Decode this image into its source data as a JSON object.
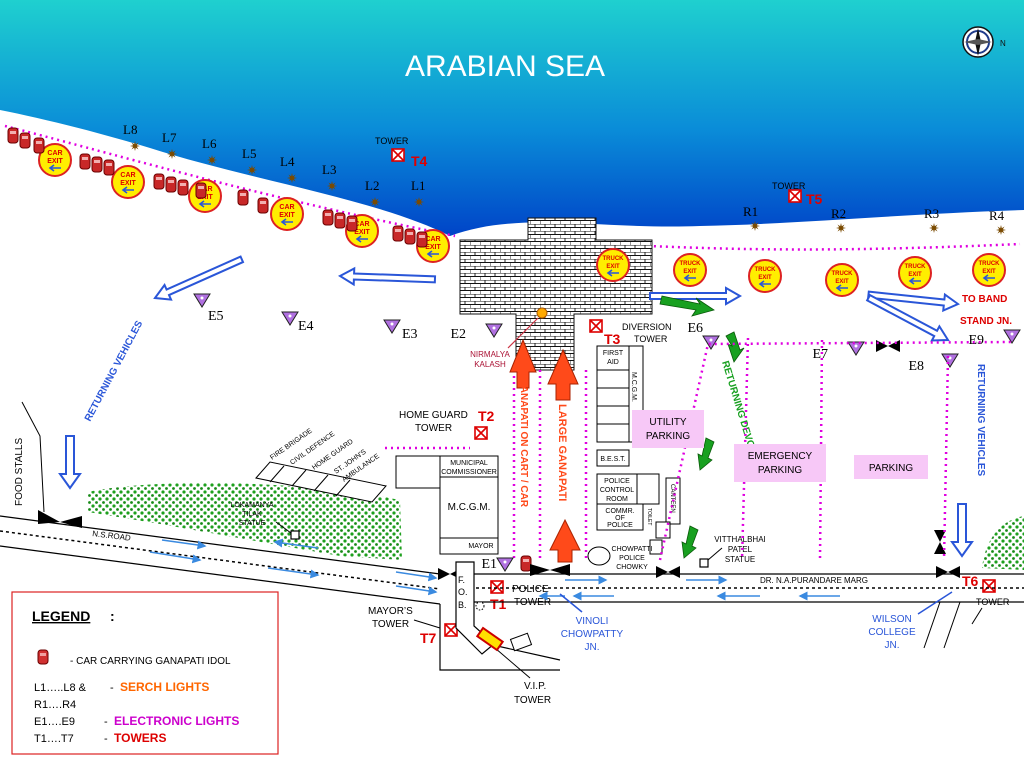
{
  "sea": {
    "title": "ARABIAN  SEA"
  },
  "compass": {
    "north_letter": "N"
  },
  "searchlights": {
    "left": [
      "L8",
      "L7",
      "L6",
      "L5",
      "L4",
      "L3",
      "L2",
      "L1"
    ],
    "right": [
      "R1",
      "R2",
      "R3",
      "R4"
    ]
  },
  "car_exit": {
    "line1": "CAR",
    "line2": "EXIT"
  },
  "truck_exit": {
    "line1": "TRUCK",
    "line2": "EXIT"
  },
  "electronic_lights": [
    "E1",
    "E2",
    "E3",
    "E4",
    "E5",
    "E6",
    "E7",
    "E8",
    "E9"
  ],
  "towers": {
    "word": "TOWER",
    "t1": "T1",
    "t2": "T2",
    "t3": "T3",
    "t4": "T4",
    "t5": "T5",
    "t6": "T6",
    "t7": "T7",
    "home_guard_line1": "HOME GUARD",
    "police_line1": "POLICE",
    "diversion_line1": "DIVERSION",
    "mayors_line1": "MAYOR’S",
    "vip_line1": "V.I.P."
  },
  "routes": {
    "returning_vehicles": "RETURNING  VEHICLES",
    "returning_devotees": "RETURNING  DEVOTEES",
    "ganpati_cart": "GANAPATI ON CART / CAR",
    "large_ganapati": "LARGE  GANAPATI",
    "to_band_stand_line1": "TO BAND",
    "to_band_stand_line2": "STAND JN."
  },
  "places": {
    "food_stalls": "FOOD  STALLS",
    "nirmalya_line1": "NIRMALYA",
    "nirmalya_line2": "KALASH",
    "fire_brigade": "FIRE BRIGADE",
    "civil_defence": "CIVIL DEFENCE",
    "home_guard": "HOME GUARD",
    "st_johns_line1": "ST. JOHN'S",
    "st_johns_line2": "AMBULANCE",
    "lokamanya_line1": "LOKAMANYA",
    "lokamanya_line2": "TILAK",
    "lokamanya_line3": "STATUE",
    "municipal_line1": "MUNICIPAL",
    "municipal_line2": "COMMISSIONER",
    "mcgm": "M.C.G.M.",
    "mayor": "MAYOR",
    "fob_f": "F.",
    "fob_o": "O.",
    "fob_b": "B.",
    "first_aid_line1": "FIRST",
    "first_aid_line2": "AID",
    "mcgm_vertical": "M.C.G.M.",
    "best": "B.E.S.T.",
    "police_control_line1": "POLICE",
    "police_control_line2": "CONTROL",
    "police_control_line3": "ROOM",
    "commr_line1": "COMMR.",
    "commr_line2": "OF",
    "commr_line3": "POLICE",
    "canteen": "CANTEEN",
    "toilet": "TOILET",
    "chowpatti_chowky_line1": "CHOWPATTI",
    "chowpatti_chowky_line2": "POLICE",
    "chowpatti_chowky_line3": "CHOWKY",
    "vitthalbhai_line1": "VITTHALBHAI",
    "vitthalbhai_line2": "PATEL",
    "vitthalbhai_line3": "STATUE",
    "utility_parking_line1": "UTILITY",
    "utility_parking_line2": "PARKING",
    "emergency_parking_line1": "EMERGENCY",
    "emergency_parking_line2": "PARKING",
    "parking": "PARKING",
    "ns_road": "N.S.ROAD",
    "dr_na_purandare": "DR. N.A.PURANDARE  MARG",
    "vinoli_line1": "VINOLI",
    "vinoli_line2": "CHOWPATTY",
    "vinoli_line3": "JN.",
    "wilson_line1": "WILSON",
    "wilson_line2": "COLLEGE",
    "wilson_line3": "JN."
  },
  "legend": {
    "title": "LEGEND",
    "colon": ":",
    "car_label": "- CAR CARRYING GANAPATI  IDOL",
    "row1_key": "L1…..L8 &",
    "row1_value": "SERCH LIGHTS",
    "row2_key": "R1….R4",
    "row3_key": "E1….E9",
    "row3_value": "ELECTRONIC LIGHTS",
    "row4_key": "T1….T7",
    "row4_value": "TOWERS",
    "dash": "-",
    "colors": {
      "searchlights": "#ff6600",
      "electronic": "#cc00cc",
      "towers": "#dd0000"
    }
  },
  "colors": {
    "sea_top": "#1fd0cf",
    "sea_bottom": "#0044c8",
    "exit_fill": "#ffee00",
    "tower_red": "#dd0000",
    "route_blue": "#2a56d8",
    "devotee_green": "#18a020",
    "pink_zone": "#f7c8f7",
    "dotted_magenta": "#e000e0"
  }
}
